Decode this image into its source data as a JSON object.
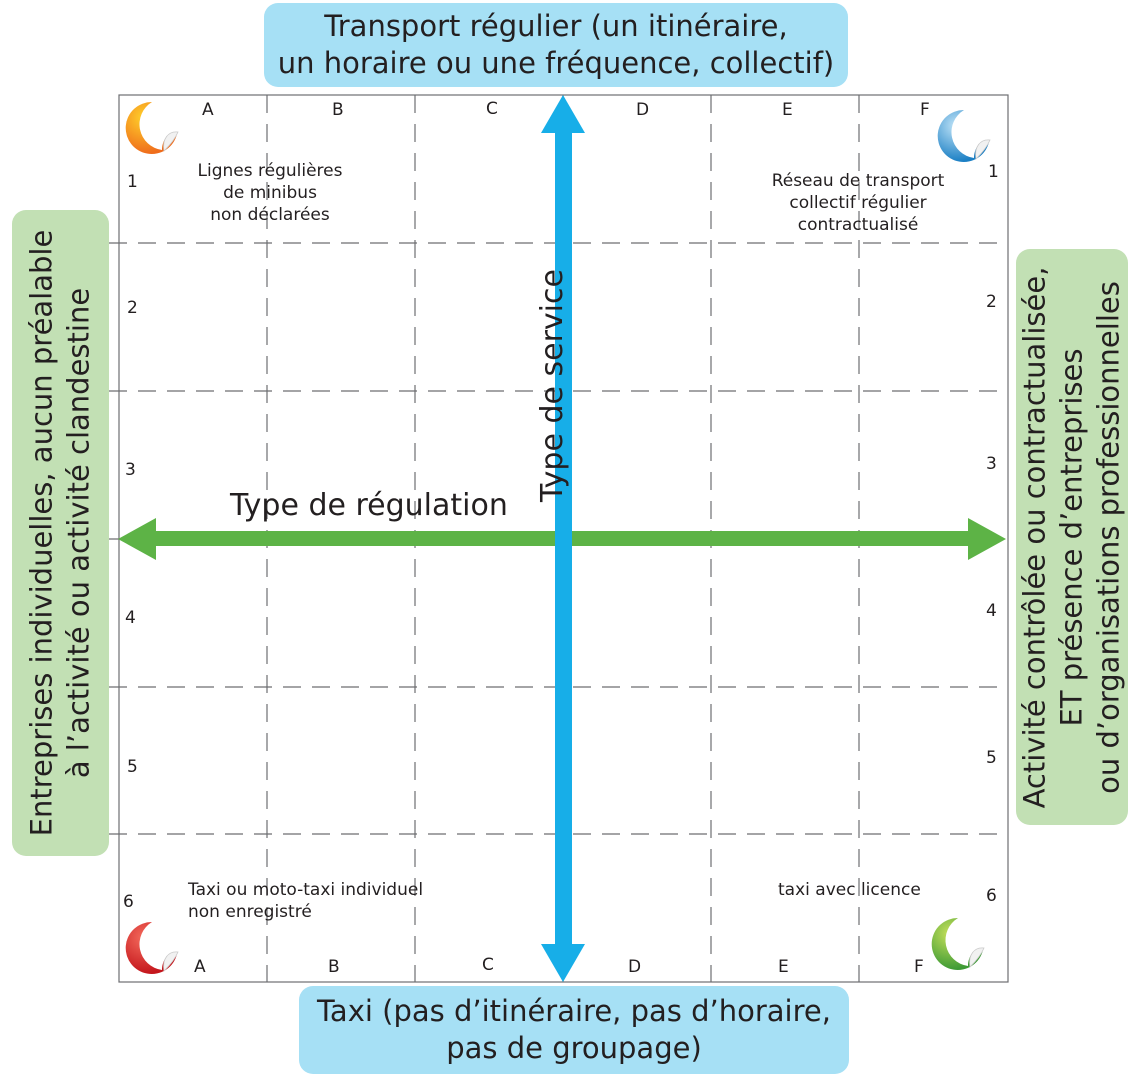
{
  "top_panel": {
    "line1": "Transport régulier (un itinéraire,",
    "line2": "un horaire ou une fréquence, collectif)"
  },
  "bottom_panel": {
    "line1": "Taxi (pas d’itinéraire, pas d’horaire,",
    "line2": "pas de groupage)"
  },
  "left_panel": {
    "line1": "Entreprises individuelles, aucun préalable",
    "line2": "à l’activité ou activité clandestine"
  },
  "right_panel": {
    "line1": "Activité contrôlée ou contractualisée,",
    "line2": "ET présence d’entreprises",
    "line3": "ou d’organisations professionnelles"
  },
  "axes": {
    "horizontal": "Type de régulation",
    "vertical": "Type de service"
  },
  "columns": [
    "A",
    "B",
    "C",
    "D",
    "E",
    "F"
  ],
  "rows": [
    "1",
    "2",
    "3",
    "4",
    "5",
    "6"
  ],
  "quadrants": {
    "top_left": {
      "line1": "Lignes régulières",
      "line2": "de minibus",
      "line3": "non déclarées"
    },
    "top_right": {
      "line1": "Réseau de transport",
      "line2": "collectif régulier",
      "line3": "contractualisé"
    },
    "bottom_left": {
      "line1": "Taxi ou moto-taxi individuel",
      "line2": "non enregistré"
    },
    "bottom_right": {
      "line1": "taxi avec licence"
    }
  },
  "colors": {
    "horizontal_arrow": "#5db346",
    "vertical_arrow": "#17aee8",
    "blue_panel": "#a6e0f5",
    "green_panel": "#c2e0b4"
  },
  "corner_icons": [
    "orange-sticker-icon",
    "blue-sticker-icon",
    "red-sticker-icon",
    "green-sticker-icon"
  ]
}
